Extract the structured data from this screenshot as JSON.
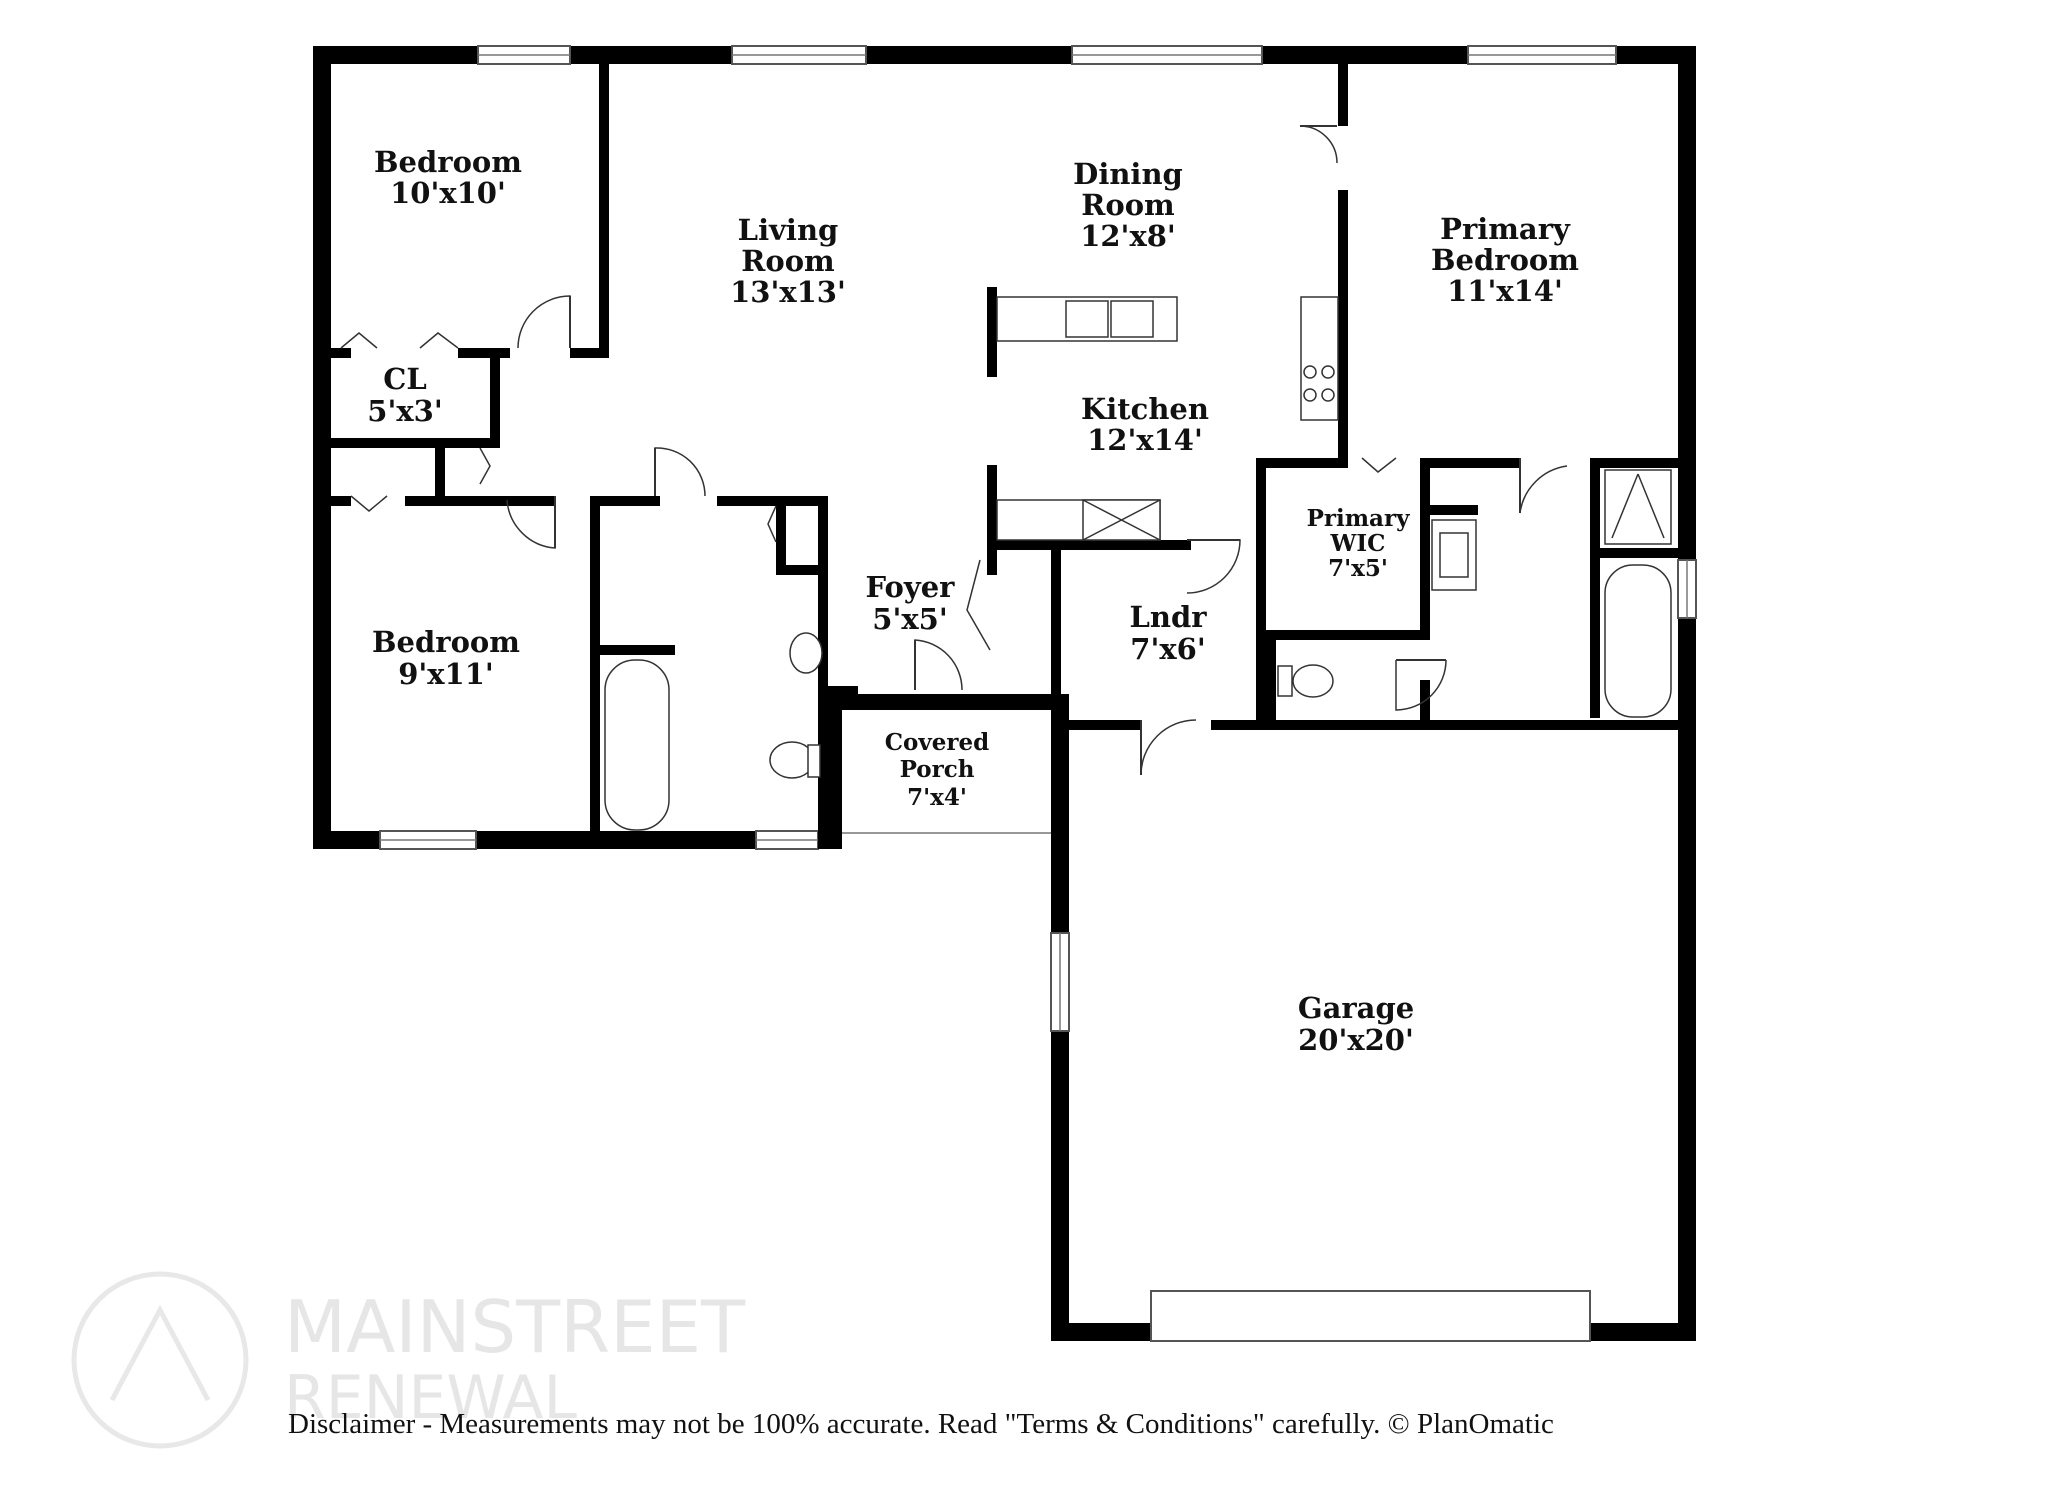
{
  "rooms": {
    "bedroom_1": {
      "name": "Bedroom",
      "size": "10'x10'"
    },
    "living_room": {
      "name_line1": "Living",
      "name_line2": "Room",
      "size": "13'x13'"
    },
    "dining_room": {
      "name_line1": "Dining",
      "name_line2": "Room",
      "size": "12'x8'"
    },
    "primary_bedroom": {
      "name_line1": "Primary",
      "name_line2": "Bedroom",
      "size": "11'x14'"
    },
    "closet": {
      "name": "CL",
      "size": "5'x3'"
    },
    "kitchen": {
      "name": "Kitchen",
      "size": "12'x14'"
    },
    "primary_wic": {
      "name_line1": "Primary",
      "name_line2": "WIC",
      "size": "7'x5'"
    },
    "foyer": {
      "name": "Foyer",
      "size": "5'x5'"
    },
    "laundry": {
      "name": "Lndr",
      "size": "7'x6'"
    },
    "bedroom_2": {
      "name": "Bedroom",
      "size": "9'x11'"
    },
    "covered_porch": {
      "name_line1": "Covered",
      "name_line2": "Porch",
      "size": "7'x4'"
    },
    "garage": {
      "name": "Garage",
      "size": "20'x20'"
    }
  },
  "watermark": {
    "line1": "MAINSTREET",
    "line2": "RENEWAL"
  },
  "disclaimer": "Disclaimer - Measurements may not be 100% accurate. Read \"Terms & Conditions\" carefully. © PlanOmatic",
  "colors": {
    "wall": "#000000",
    "background": "#ffffff",
    "watermark": "#e6e6e6"
  }
}
